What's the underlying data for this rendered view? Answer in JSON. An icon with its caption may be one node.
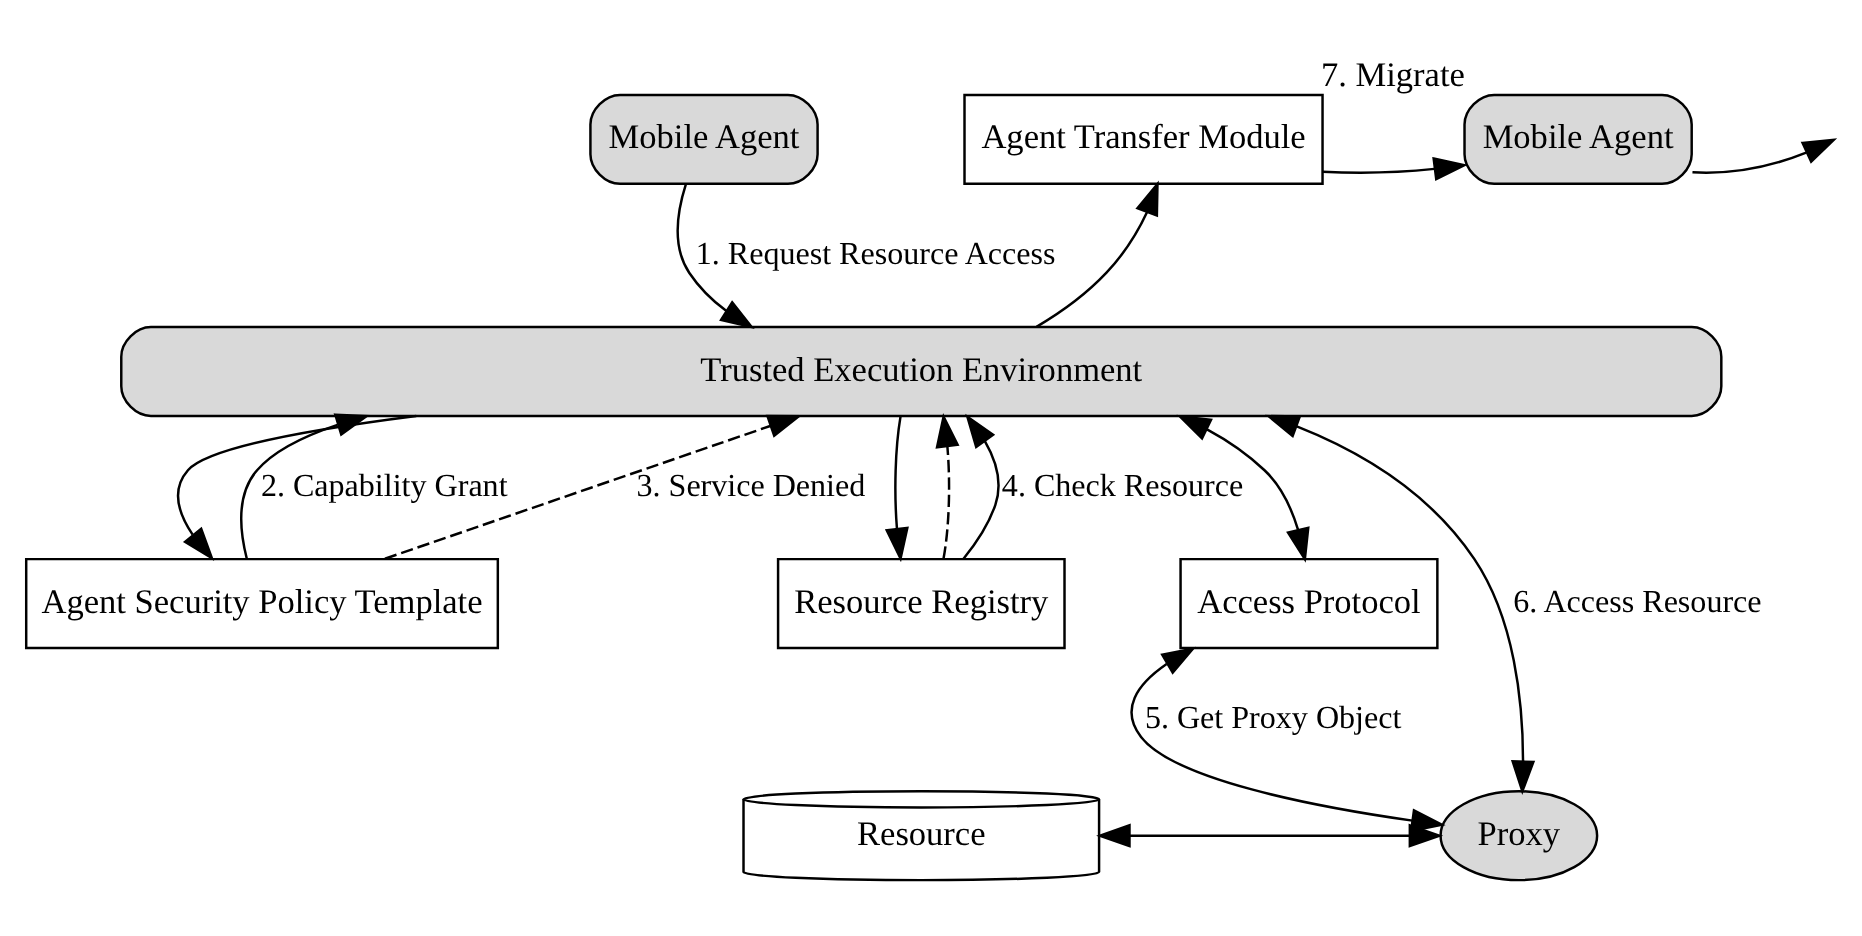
{
  "diagram": {
    "nodes": [
      {
        "text": [
          "Mobile Agent"
        ]
      },
      {
        "text": [
          "Trusted Execution Environment"
        ]
      },
      {
        "text": [
          "Agent Transfer Module"
        ]
      },
      {
        "text": [
          "Mobile Agent"
        ],
        "beside": [
          "7. Migrate"
        ]
      },
      {
        "text": [
          "Agent Security Policy Template"
        ]
      },
      {
        "text": [
          "Resource Registry"
        ]
      },
      {
        "text": [
          "Access Protocol"
        ]
      },
      {
        "text": [
          "Proxy"
        ]
      },
      {
        "text": [
          "Resource"
        ]
      }
    ],
    "edges": [
      {
        "from": 0,
        "to": 1,
        "arrow": "to",
        "label": "1. Request Resource Access"
      },
      {
        "from": 1,
        "to": 2,
        "arrow": "to"
      },
      {
        "from": 2,
        "to": 3,
        "arrow": "to"
      },
      {
        "from": 3,
        "to": null,
        "arrow": "to"
      },
      {
        "from": 1,
        "to": 4,
        "arrow": "to"
      },
      {
        "from": 4,
        "to": 1,
        "arrow": "to",
        "label": "2. Capability Grant"
      },
      {
        "from": 4,
        "to": 1,
        "arrow": "to",
        "style": "dashed",
        "label": "3. Service Denied"
      },
      {
        "from": 1,
        "to": 5,
        "arrow": "to"
      },
      {
        "from": 5,
        "to": 1,
        "arrow": "to",
        "label": "4. Check Resource"
      },
      {
        "from": 5,
        "to": 1,
        "arrow": "to",
        "style": "dashed"
      },
      {
        "from": 1,
        "to": 6,
        "arrow": "both"
      },
      {
        "from": 1,
        "to": 7,
        "arrow": "both",
        "label": "6. Access Resource"
      },
      {
        "from": 6,
        "to": 7,
        "arrow": "both",
        "label": "5. Get Proxy Object"
      },
      {
        "from": 7,
        "to": 8,
        "arrow": "both"
      }
    ]
  }
}
